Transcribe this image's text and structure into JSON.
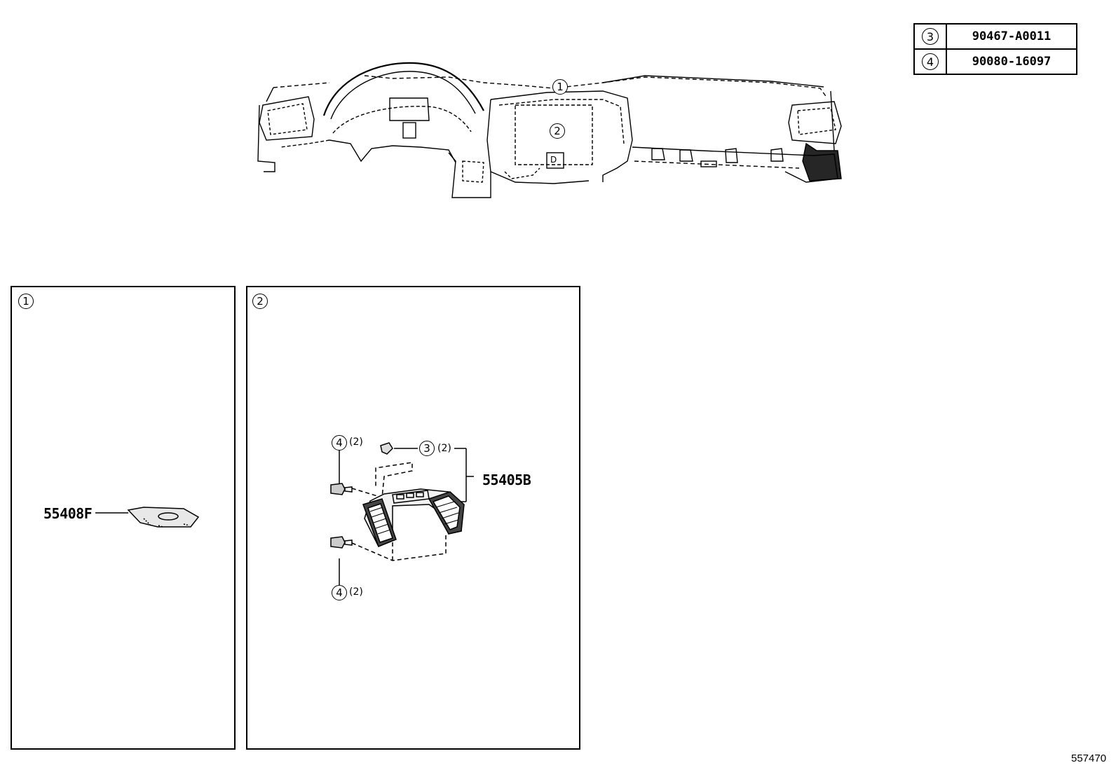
{
  "reference_table": [
    {
      "key": "3",
      "part_number": "90467-A0011"
    },
    {
      "key": "4",
      "part_number": "90080-16097"
    }
  ],
  "overview": {
    "callout_1": "1",
    "callout_2": "2",
    "marker_d": "D"
  },
  "panel_1": {
    "index": "1",
    "part_label": "55408F"
  },
  "panel_2": {
    "index": "2",
    "part_label": "55405B",
    "callouts": [
      {
        "ref": "4",
        "qty": "(2)"
      },
      {
        "ref": "3",
        "qty": "(2)"
      },
      {
        "ref": "4",
        "qty": "(2)"
      }
    ]
  },
  "document_number": "557470"
}
